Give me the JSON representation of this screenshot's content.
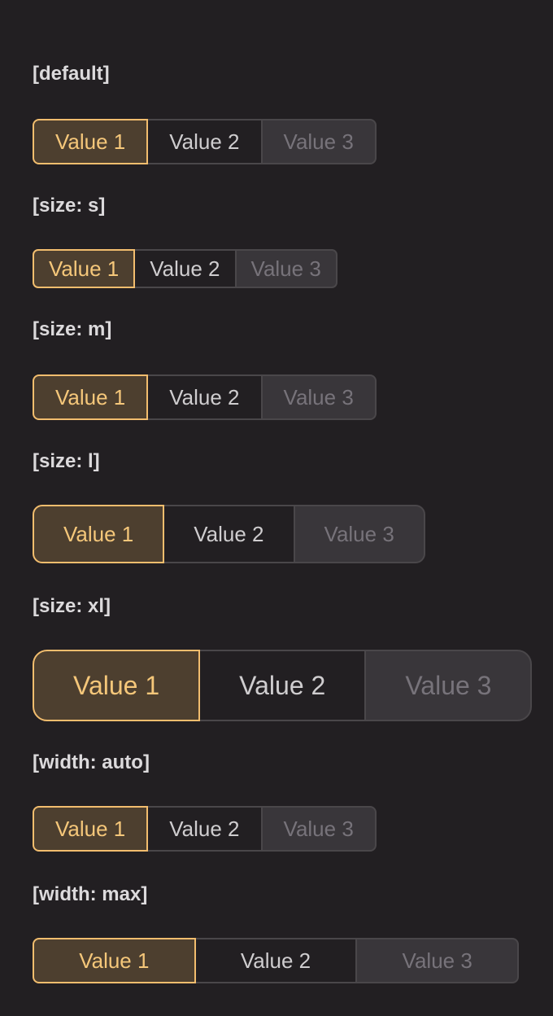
{
  "sections": {
    "default": {
      "heading": "[default]",
      "options": [
        "Value 1",
        "Value 2",
        "Value 3"
      ],
      "selected": "Value 1",
      "disabled": "Value 3"
    },
    "size_s": {
      "heading": "[size: s]",
      "options": [
        "Value 1",
        "Value 2",
        "Value 3"
      ],
      "selected": "Value 1",
      "disabled": "Value 3"
    },
    "size_m": {
      "heading": "[size: m]",
      "options": [
        "Value 1",
        "Value 2",
        "Value 3"
      ],
      "selected": "Value 1",
      "disabled": "Value 3"
    },
    "size_l": {
      "heading": "[size: l]",
      "options": [
        "Value 1",
        "Value 2",
        "Value 3"
      ],
      "selected": "Value 1",
      "disabled": "Value 3"
    },
    "size_xl": {
      "heading": "[size: xl]",
      "options": [
        "Value 1",
        "Value 2",
        "Value 3"
      ],
      "selected": "Value 1",
      "disabled": "Value 3"
    },
    "width_auto": {
      "heading": "[width: auto]",
      "options": [
        "Value 1",
        "Value 2",
        "Value 3"
      ],
      "selected": "Value 1",
      "disabled": "Value 3"
    },
    "width_max": {
      "heading": "[width: max]",
      "options": [
        "Value 1",
        "Value 2",
        "Value 3"
      ],
      "selected": "Value 1",
      "disabled": "Value 3"
    }
  },
  "colors": {
    "background": "#221f22",
    "accent": "#f2bd6e",
    "selected_fill": "#4d3f2f",
    "disabled_fill": "#39363a",
    "border": "#4a474a"
  }
}
